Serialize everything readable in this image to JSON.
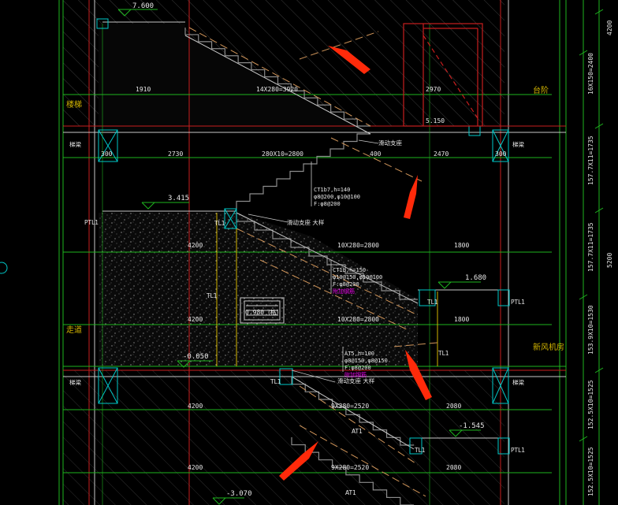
{
  "elevations": {
    "e7600": "7.600",
    "e3415": "3.415",
    "e1680": "1.680",
    "em0050": "-0.050",
    "em1545": "-1.545",
    "em3070": "-3.070"
  },
  "dimensions": {
    "d1910": "1910",
    "d14x280": "14X280=3920",
    "d2970": "2970",
    "d5150": "5.150",
    "d300a": "300",
    "d2730": "2730",
    "d280x10": "280X10=2800",
    "d400": "400",
    "d2470": "2470",
    "d300b": "300",
    "d4200a": "4200",
    "d10x280a": "10X280=2800",
    "d1800a": "1800",
    "d4200b": "4200",
    "d10x280b": "10X280=2800",
    "d1800b": "1800",
    "d4200c": "4200",
    "d9x280a": "9X280=2520",
    "d2080a": "2080",
    "d4200d": "4200",
    "d9x280b": "9X280=2520",
    "d2080b": "2080",
    "d0980": "0.980"
  },
  "vertical_dims": {
    "v4200": "4200",
    "v16x150": "16X150=2400",
    "v157x11": "157.7X11=1735",
    "v157x11b": "157.7X11=1735",
    "v5200": "5200",
    "v153x10": "153.9X10=1530",
    "v152x10": "152.5X10=1525",
    "v152x10b": "152.5X10=1525"
  },
  "labels": {
    "room_left_top": "楼梯",
    "room_right_top": "台阶",
    "room_left_mid": "走道",
    "room_right_mid": "新风机房",
    "ptl1": "PTL1",
    "ptl2": "PTL1",
    "ptl3": "PTL1",
    "tl1a": "TL1",
    "tl1b": "TL1",
    "tl1c": "TL1",
    "tl1d": "TL1",
    "tl1e": "TL1",
    "tl1f": "TL1",
    "beam_a": "梯梁",
    "beam_b": "梯梁",
    "beam_c": "梯梁",
    "beam_d": "梯梁",
    "grid_vent": "(格)",
    "support1": "滑动支座 大样",
    "support2": "滑动支座 大样",
    "support_top": "滑动支座",
    "at1": "AT1",
    "at2": "AT1"
  },
  "notes": {
    "n1_l1": "CT1b7,h=140",
    "n1_l2": "φ8@200,φ10@100",
    "n1_l3": "F:φ8@200",
    "n2_l1": "CT1b,h=150",
    "n2_l2": "φ10@150,φ10@100",
    "n2_l3": "F:φ8@200",
    "n2_l4": "附加钢筋",
    "n3_l1": "AT5,h=100",
    "n3_l2": "φ8@150,φ8@150",
    "n3_l3": "F:φ8@200",
    "n3_l4": "附加钢筋"
  },
  "colors": {
    "background": "#000000",
    "wall": "#c8c8c8",
    "grid_green": "#1eb41e",
    "grid_red": "#c81e1e",
    "cyan": "#00c8c8",
    "stair": "#8c8c8c",
    "rebar": "#d2965a",
    "arrow": "#ff2a0a",
    "magenta": "#e600e6",
    "text_white": "#e6e6e6",
    "text_yellow": "#d2b400"
  }
}
